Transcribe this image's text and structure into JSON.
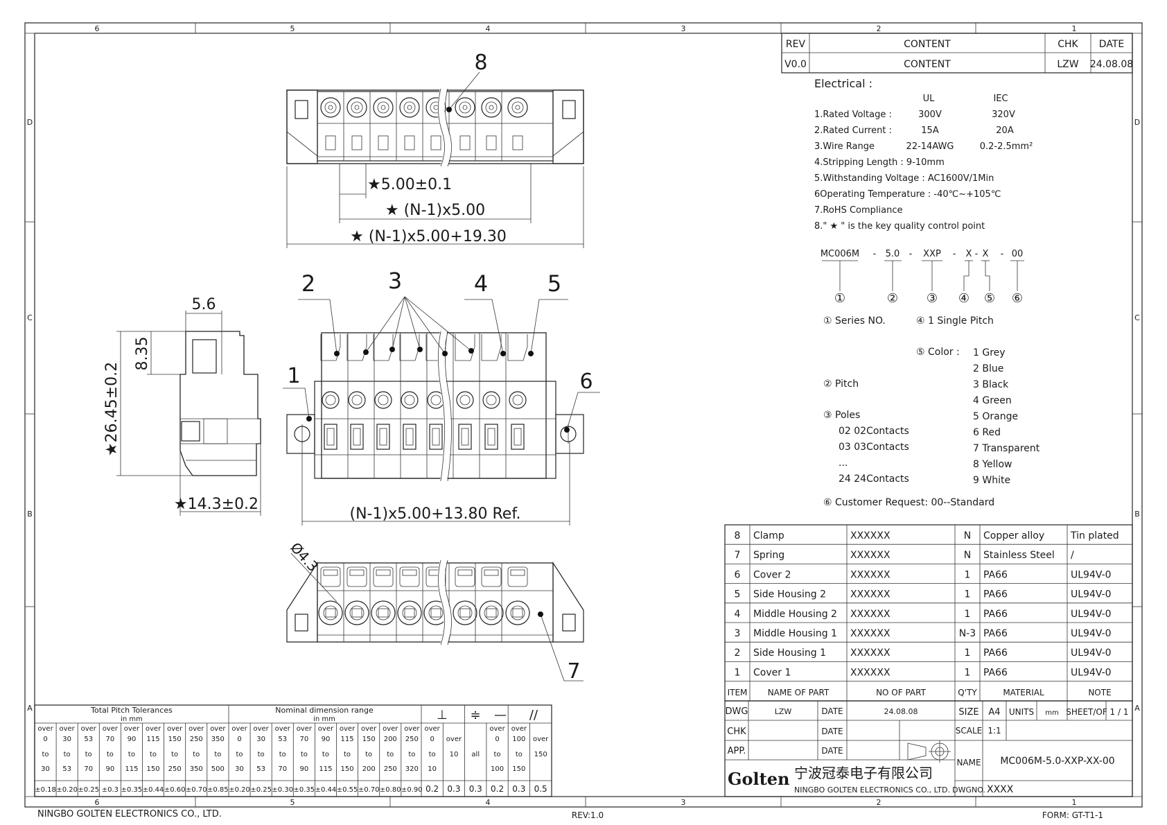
{
  "frame": {
    "col_numbers": [
      "6",
      "5",
      "4",
      "3",
      "2",
      "1"
    ],
    "row_letters": [
      "D",
      "C",
      "B",
      "A"
    ],
    "company_footer": "NINGBO GOLTEN ELECTRONICS CO., LTD.",
    "rev_footer": "REV:1.0",
    "form_footer": "FORM: GT-T1-1"
  },
  "revision": {
    "headers": [
      "REV",
      "CONTENT",
      "CHK",
      "DATE"
    ],
    "row": [
      "V0.0",
      "CONTENT",
      "LZW",
      "24.08.08"
    ]
  },
  "electrical": {
    "title": "Electrical :",
    "col_ul": "UL",
    "col_iec": "IEC",
    "rows": [
      {
        "label": "1.Rated Voltage :",
        "ul": "300V",
        "iec": "320V"
      },
      {
        "label": "2.Rated Current :",
        "ul": "15A",
        "iec": "20A"
      },
      {
        "label": "3.Wire Range",
        "ul": "22-14AWG",
        "iec": "0.2-2.5mm²"
      }
    ],
    "lines": [
      "4.Stripping Length : 9-10mm",
      "5.Withstanding Voltage : AC1600V/1Min",
      "6Operating Temperature : -40℃~+105℃",
      "7.RoHS Compliance",
      "8.\" ★ \" is the key quality control point"
    ]
  },
  "part_code": {
    "segments": [
      "MC006M",
      "5.0",
      "XXP",
      "X",
      "X",
      "00"
    ],
    "separators": [
      "-",
      "-",
      "-",
      "-"
    ],
    "circles": [
      "①",
      "②",
      "③",
      "④",
      "⑤",
      "⑥"
    ]
  },
  "legend": {
    "series": "① Series NO.",
    "pitch_hdr": "④  1  Single Pitch",
    "color_hdr": "⑤  Color :",
    "colors": [
      "1 Grey",
      "2 Blue",
      "3 Black",
      "4 Green",
      "5 Orange",
      "6 Red",
      "7 Transparent",
      "8 Yellow",
      "9 White"
    ],
    "pitch": "② Pitch",
    "poles": "③ Poles",
    "pole_items": [
      "02 02Contacts",
      "03 03Contacts",
      "...",
      "24 24Contacts"
    ],
    "customer": "⑥  Customer Request: 00--Standard"
  },
  "drawing": {
    "balloons": [
      "1",
      "2",
      "3",
      "4",
      "5",
      "6",
      "7",
      "8"
    ],
    "dims": {
      "pitch": "★5.00±0.1",
      "n_pitch": "★ (N-1)x5.00",
      "overall": "★ (N-1)x5.00+19.30",
      "ref": "(N-1)x5.00+13.80 Ref.",
      "width": "5.6",
      "h_upper": "8.35",
      "h_total": "★26.45±0.2",
      "depth": "★14.3±0.2",
      "hole": "Ø4.3"
    }
  },
  "bom": {
    "rows": [
      {
        "item": "8",
        "name": "Clamp",
        "no": "XXXXXX",
        "qty": "N",
        "material": "Copper alloy",
        "note": "Tin plated"
      },
      {
        "item": "7",
        "name": "Spring",
        "no": "XXXXXX",
        "qty": "N",
        "material": "Stainless Steel",
        "note": "/"
      },
      {
        "item": "6",
        "name": "Cover 2",
        "no": "XXXXXX",
        "qty": "1",
        "material": "PA66",
        "note": "UL94V-0"
      },
      {
        "item": "5",
        "name": "Side Housing 2",
        "no": "XXXXXX",
        "qty": "1",
        "material": "PA66",
        "note": "UL94V-0"
      },
      {
        "item": "4",
        "name": "Middle Housing 2",
        "no": "XXXXXX",
        "qty": "1",
        "material": "PA66",
        "note": "UL94V-0"
      },
      {
        "item": "3",
        "name": "Middle Housing 1",
        "no": "XXXXXX",
        "qty": "N-3",
        "material": "PA66",
        "note": "UL94V-0"
      },
      {
        "item": "2",
        "name": "Side Housing 1",
        "no": "XXXXXX",
        "qty": "1",
        "material": "PA66",
        "note": "UL94V-0"
      },
      {
        "item": "1",
        "name": "Cover 1",
        "no": "XXXXXX",
        "qty": "1",
        "material": "PA66",
        "note": "UL94V-0"
      }
    ],
    "headers": [
      "ITEM",
      "NAME OF PART",
      "NO OF PART",
      "Q'TY",
      "MATERIAL",
      "NOTE"
    ]
  },
  "title_block": {
    "dwg": "DWG",
    "dwg_by": "LZW",
    "date_lbl": "DATE",
    "date_val": "24.08.08",
    "chk": "CHK",
    "app": "APP.",
    "size_lbl": "SIZE",
    "size_val": "A4",
    "units_lbl": "UNITS",
    "units_val": "mm",
    "sheet_lbl": "SHEET/OF",
    "sheet_val": "1 / 1",
    "scale_lbl": "SCALE",
    "scale_val": "1:1",
    "name_lbl": "NAME",
    "name_val": "MC006M-5.0-XXP-XX-00",
    "dwgno_lbl": "DWGNO.",
    "dwgno_val": "XXXX",
    "logo": "Golten",
    "company_cn": "宁波冠泰电子有限公司",
    "company_en": "NINGBO GOLTEN ELECTRONICS CO., LTD."
  },
  "tolerance": {
    "title_pitch": "Total Pitch Tolerances",
    "title_nom": "Nominal dimension range",
    "unit": "in mm",
    "symbols": [
      "⊥",
      "≑",
      "—",
      "//"
    ],
    "over": "over",
    "to": "to",
    "all": "all",
    "pitch_from": [
      "0",
      "30",
      "53",
      "70",
      "90",
      "115",
      "150",
      "250",
      "350"
    ],
    "pitch_to": [
      "30",
      "53",
      "70",
      "90",
      "115",
      "150",
      "250",
      "350",
      "500"
    ],
    "pitch_tol": [
      "±0.18",
      "±0.20",
      "±0.25",
      "±0.3",
      "±0.35",
      "±0.44",
      "±0.60",
      "±0.70",
      "±0.85"
    ],
    "nom_from": [
      "0",
      "30",
      "53",
      "70",
      "90",
      "115",
      "150",
      "200",
      "250"
    ],
    "nom_to": [
      "30",
      "53",
      "70",
      "90",
      "115",
      "150",
      "200",
      "250",
      "320"
    ],
    "nom_tol": [
      "±0.20",
      "±0.25",
      "±0.30",
      "±0.35",
      "±0.44",
      "±0.55",
      "±0.70",
      "±0.80",
      "±0.90"
    ],
    "geo_vals": [
      "0.2",
      "0.3",
      "0.3",
      "0.2",
      "0.3",
      "0.5"
    ],
    "geo_from": [
      "0",
      "",
      "",
      "0",
      "100",
      ""
    ],
    "geo_to": [
      "10",
      "10",
      "all",
      "100",
      "150",
      "150"
    ]
  }
}
